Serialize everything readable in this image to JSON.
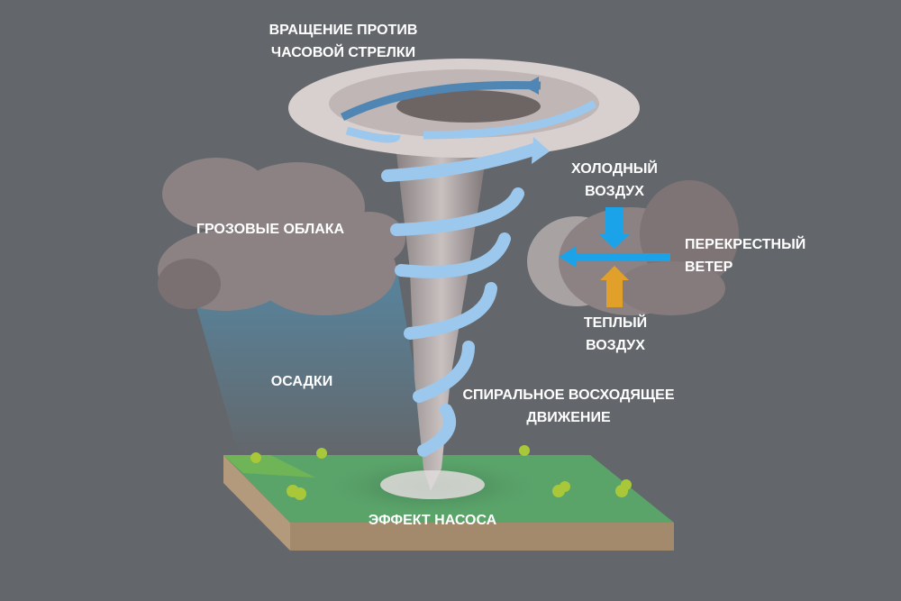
{
  "labels": {
    "rotation": [
      "ВРАЩЕНИЕ ПРОТИВ",
      "ЧАСОВОЙ СТРЕЛКИ"
    ],
    "thunderclouds": "ГРОЗОВЫЕ ОБЛАКА",
    "cold_air": [
      "ХОЛОДНЫЙ",
      "ВОЗДУХ"
    ],
    "crosswind": [
      "ПЕРЕКРЕСТНЫЙ",
      "ВЕТЕР"
    ],
    "warm_air": [
      "ТЕПЛЫЙ",
      "ВОЗДУХ"
    ],
    "precipitation": "ОСАДКИ",
    "spiral_updraft": [
      "СПИРАЛЬНОЕ ВОСХОДЯЩЕЕ",
      "ДВИЖЕНИЕ"
    ],
    "pump_effect": "ЭФФЕКТ НАСОСА"
  },
  "colors": {
    "background": "#63676b",
    "cold_arrow": "#1aa3e8",
    "warm_arrow": "#e0a02a",
    "spiral": "#9cc8ee",
    "ground_top": "#5aa46a",
    "ground_side": "#a48a6d",
    "cloud": "#8c8283"
  }
}
